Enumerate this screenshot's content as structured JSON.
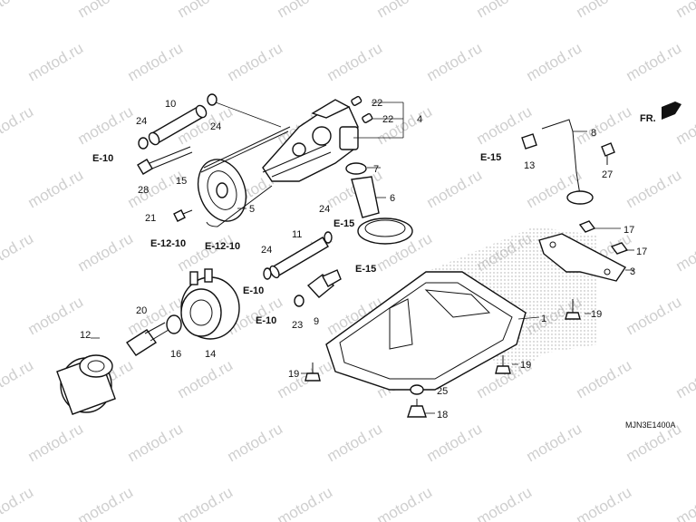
{
  "watermark": "motod.ru",
  "diagram_code": "MJN3E1400A",
  "direction_label": "FR.",
  "part_numbers": {
    "p1": "1",
    "p3": "3",
    "p4": "4",
    "p5": "5",
    "p6": "6",
    "p7": "7",
    "p8": "8",
    "p9": "9",
    "p10": "10",
    "p11": "11",
    "p12": "12",
    "p13": "13",
    "p14": "14",
    "p15": "15",
    "p16": "16",
    "p17a": "17",
    "p17b": "17",
    "p18": "18",
    "p19a": "19",
    "p19b": "19",
    "p19c": "19",
    "p20": "20",
    "p21": "21",
    "p22a": "22",
    "p22b": "22",
    "p23": "23",
    "p24a": "24",
    "p24b": "24",
    "p24c": "24",
    "p24d": "24",
    "p25": "25",
    "p27": "27",
    "p28": "28"
  },
  "references": {
    "e10_a": "E-10",
    "e10_b": "E-10",
    "e10_c": "E-10",
    "e15_a": "E-15",
    "e15_b": "E-15",
    "e15_c": "E-15",
    "e1210_a": "E-12-10",
    "e1210_b": "E-12-10"
  }
}
